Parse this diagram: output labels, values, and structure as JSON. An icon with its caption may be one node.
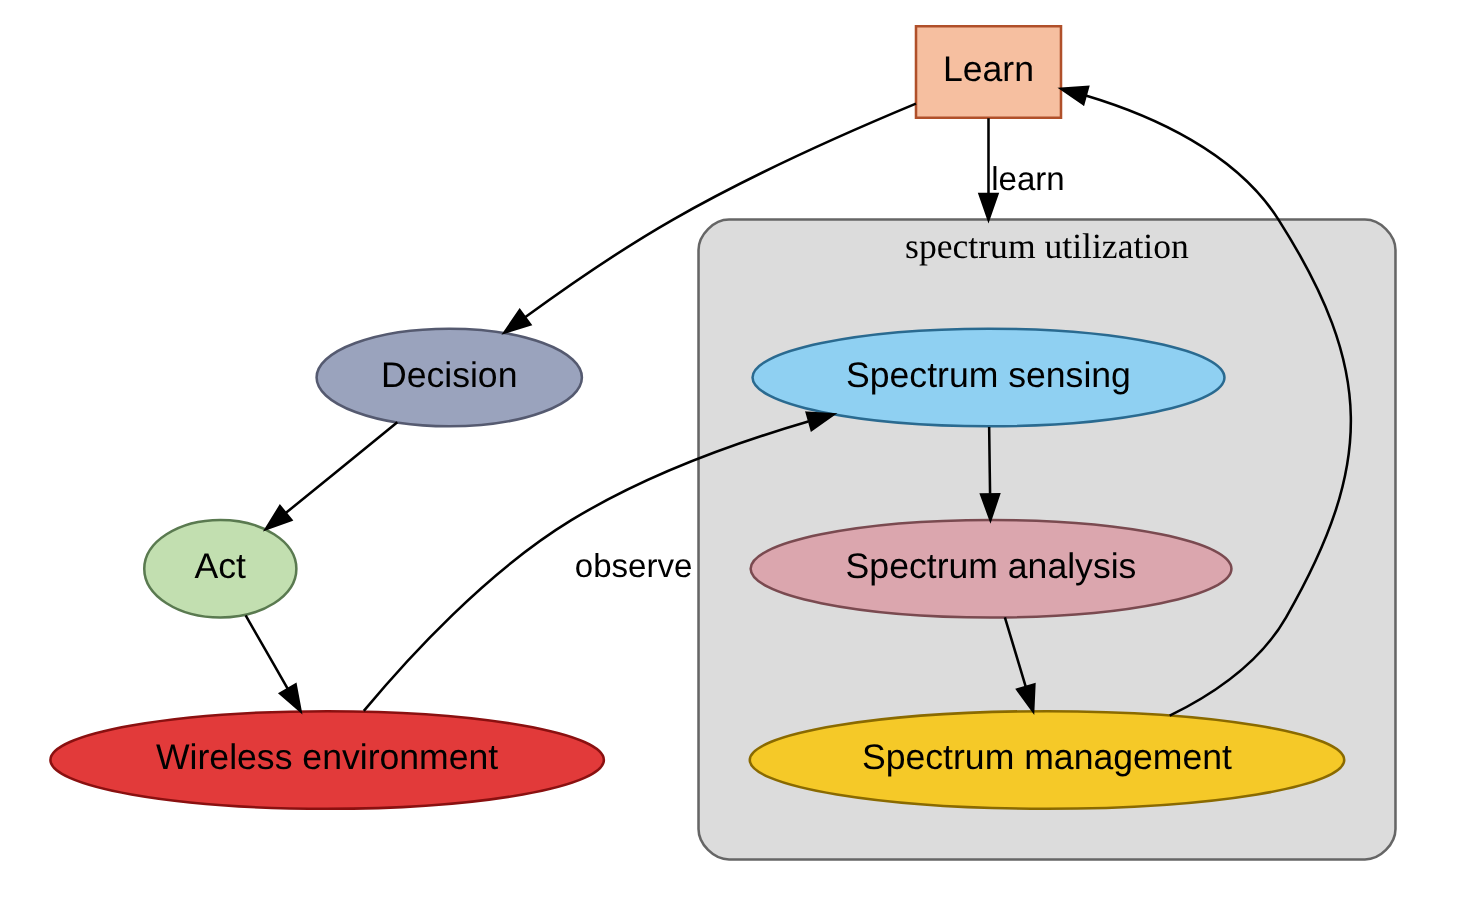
{
  "diagram": {
    "nodes": [
      {
        "text": [
          "Learn"
        ]
      },
      {
        "text": [
          "Decision"
        ]
      },
      {
        "text": [
          "Act"
        ]
      },
      {
        "text": [
          "Wireless environment"
        ]
      },
      {
        "text": [
          "spectrum utilization"
        ]
      },
      {
        "text": [
          "Spectrum sensing"
        ],
        "in": 4
      },
      {
        "text": [
          "Spectrum analysis"
        ],
        "in": 4
      },
      {
        "text": [
          "Spectrum management"
        ],
        "in": 4
      }
    ],
    "edges": [
      {
        "from": 0,
        "to": 1,
        "arrow": "to"
      },
      {
        "from": 1,
        "to": 2,
        "arrow": "to"
      },
      {
        "from": 2,
        "to": 3,
        "arrow": "to"
      },
      {
        "from": 3,
        "to": 5,
        "arrow": "to",
        "label": "observe"
      },
      {
        "from": 5,
        "to": 6,
        "arrow": "to"
      },
      {
        "from": 6,
        "to": 7,
        "arrow": "to"
      },
      {
        "from": 7,
        "to": 0,
        "arrow": "to"
      },
      {
        "from": 0,
        "to": 4,
        "arrow": "to",
        "label": "learn"
      }
    ]
  }
}
